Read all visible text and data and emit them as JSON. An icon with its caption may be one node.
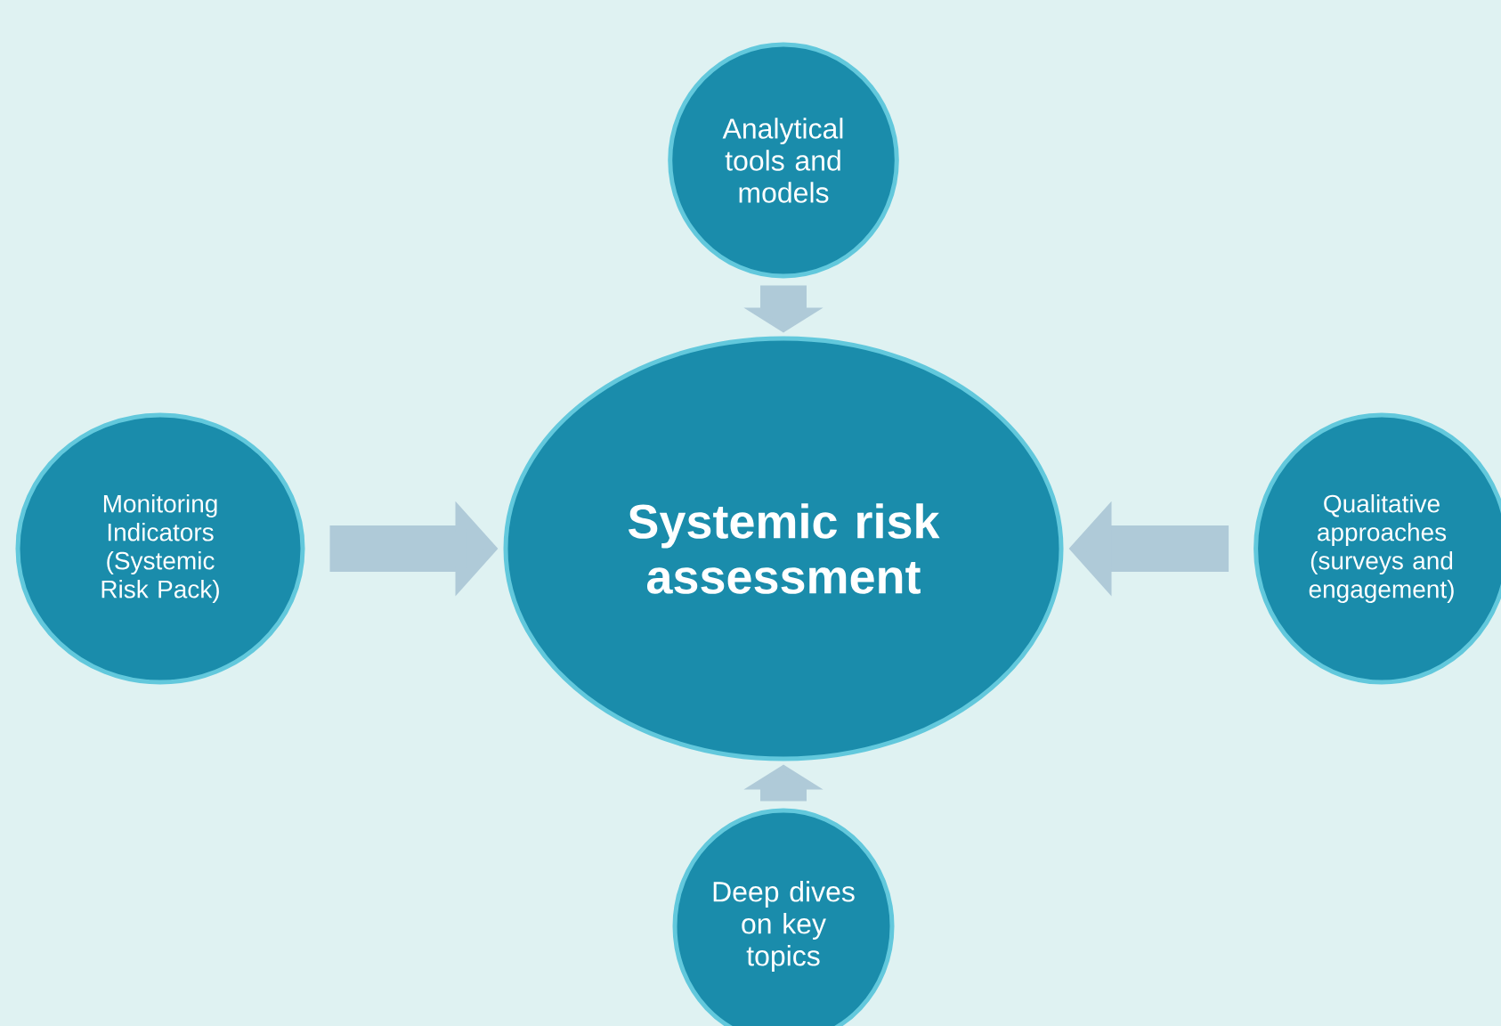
{
  "diagram": {
    "nodes": [
      {
        "text": [
          "Analytical tools and models"
        ]
      },
      {
        "text": [
          "Monitoring Indicators (Systemic Risk Pack)"
        ]
      },
      {
        "text": [
          "Systemic risk assessment"
        ]
      },
      {
        "text": [
          "Qualitative approaches (surveys and engagement)"
        ]
      },
      {
        "text": [
          "Deep dives on key topics"
        ]
      }
    ],
    "edges": [
      {
        "from": 0,
        "to": 2,
        "arrow": "to"
      },
      {
        "from": 1,
        "to": 2,
        "arrow": "to"
      },
      {
        "from": 3,
        "to": 2,
        "arrow": "to"
      },
      {
        "from": 4,
        "to": 2,
        "arrow": "to"
      }
    ]
  }
}
